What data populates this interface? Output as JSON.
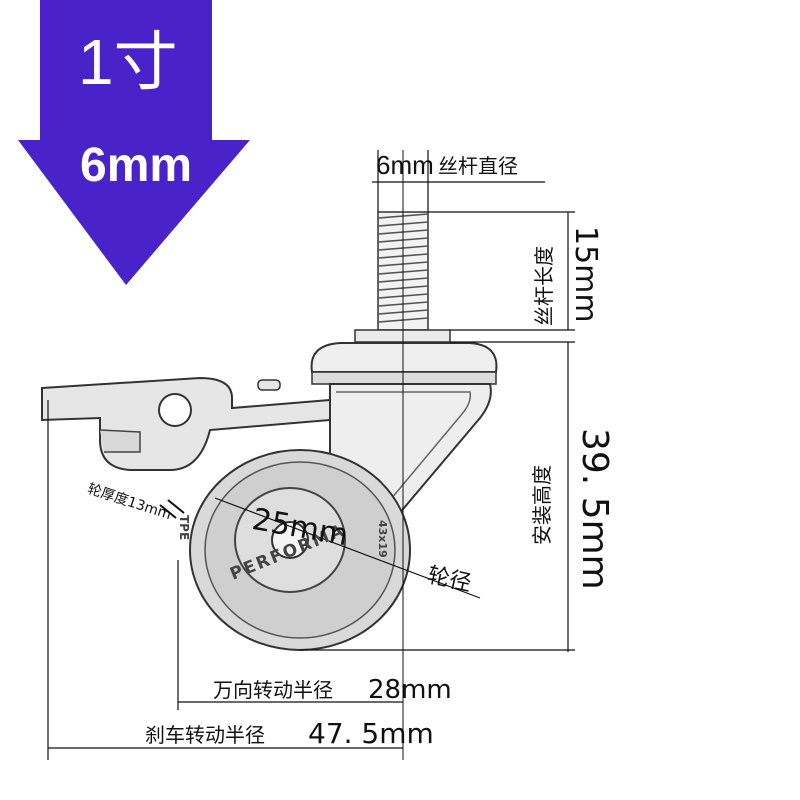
{
  "badge": {
    "size_label": "1寸",
    "sub_label": "6mm",
    "color": "#4a22c9"
  },
  "dimensions": {
    "thread_diameter_value": "6mm",
    "thread_diameter_label": "丝杆直径",
    "thread_length_label": "丝杆长度",
    "thread_length_value": "15mm",
    "install_height_label": "安装高度",
    "install_height_value": "39. 5mm",
    "wheel_diameter_value": "25mm",
    "wheel_diameter_label": "轮径",
    "wheel_thickness_label": "轮厚度13mm",
    "swivel_radius_label": "万向转动半径",
    "swivel_radius_value": "28mm",
    "brake_radius_label": "刹车转动半径",
    "brake_radius_value": "47. 5mm"
  },
  "tire": {
    "brand_text": "PERFORMA",
    "side_text": "TPE",
    "side_text_right": "43x19"
  }
}
